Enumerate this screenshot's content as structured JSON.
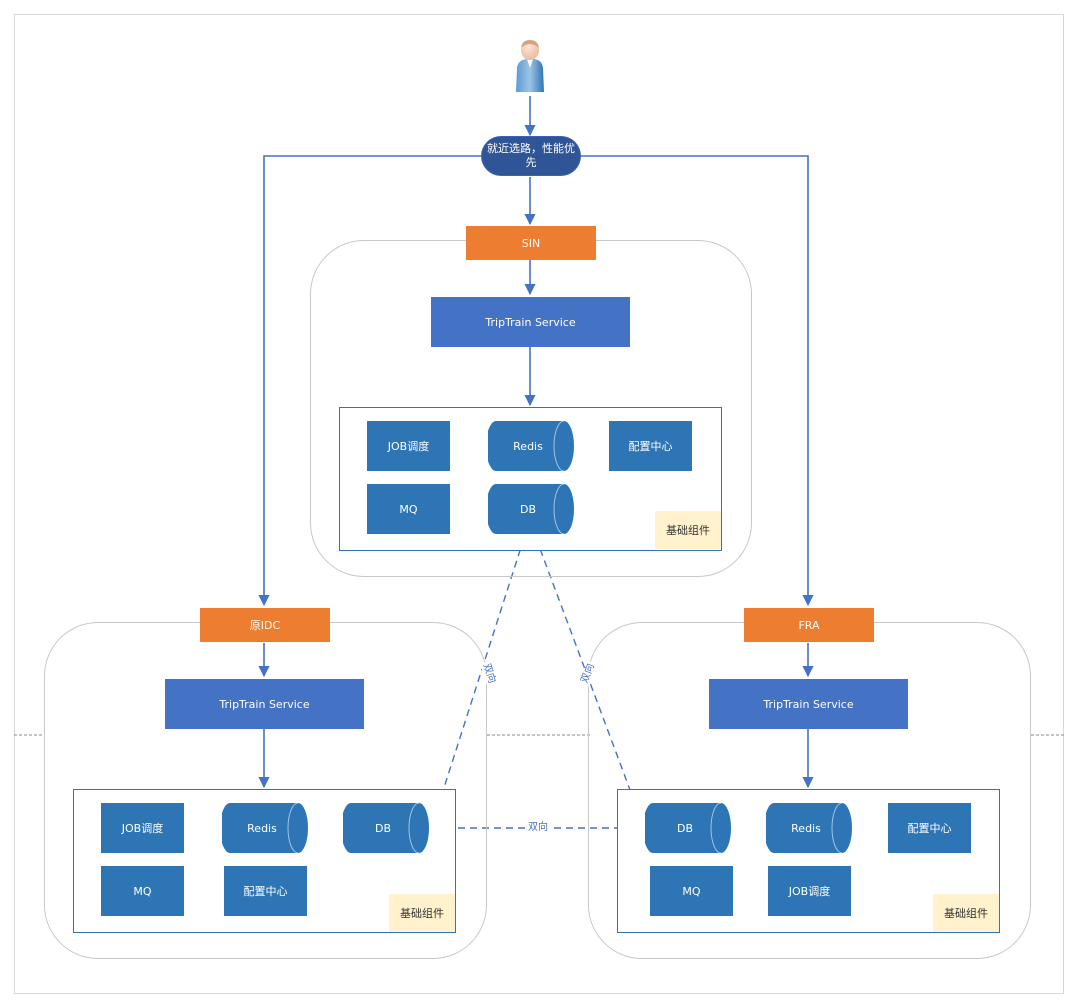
{
  "router": {
    "label": "就近选路，性能优先"
  },
  "sites": {
    "sin": {
      "name": "SIN",
      "service": "TripTrain Service",
      "components": {
        "job": "JOB调度",
        "redis": "Redis",
        "config": "配置中心",
        "mq": "MQ",
        "db": "DB"
      },
      "tag": "基础组件"
    },
    "idc": {
      "name": "原IDC",
      "service": "TripTrain Service",
      "components": {
        "job": "JOB调度",
        "redis": "Redis",
        "db": "DB",
        "mq": "MQ",
        "config": "配置中心"
      },
      "tag": "基础组件"
    },
    "fra": {
      "name": "FRA",
      "service": "TripTrain Service",
      "components": {
        "db": "DB",
        "redis": "Redis",
        "config": "配置中心",
        "mq": "MQ",
        "job": "JOB调度"
      },
      "tag": "基础组件"
    }
  },
  "links": {
    "label": "双向"
  },
  "colors": {
    "accent_orange": "#ed7d31",
    "service_blue": "#4472c4",
    "component_blue": "#2e75b6",
    "router_navy": "#2f5597",
    "tag_yellow": "#fff2cc"
  },
  "icons": {
    "user": "person-icon"
  }
}
